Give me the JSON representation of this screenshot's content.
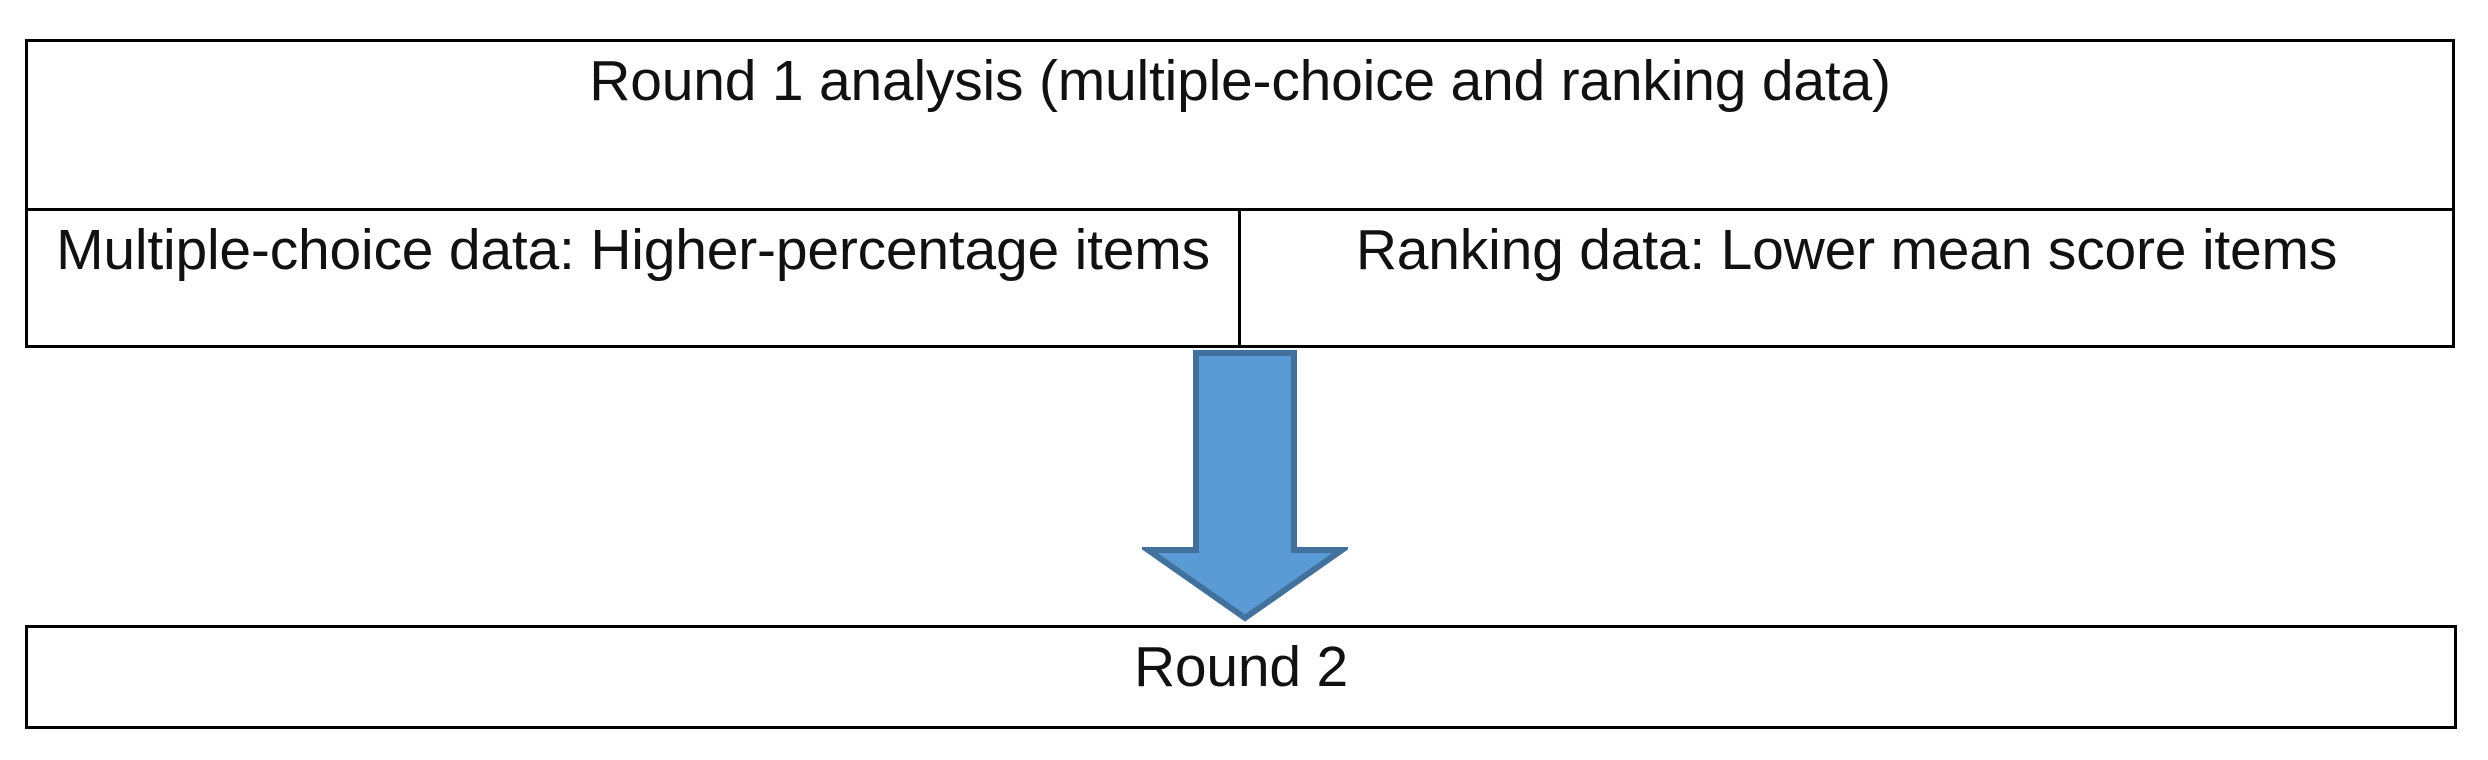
{
  "diagram": {
    "title": "Round 1 analysis flow to Round 2",
    "colors": {
      "arrow_fill": "#5B9BD5",
      "arrow_stroke": "#41719C",
      "border": "#000000",
      "background": "#FFFFFF",
      "text": "#111111"
    },
    "stage_one": {
      "header": "Round 1 analysis (multiple-choice and ranking data)",
      "branches": [
        {
          "label": "Multiple-choice data: Higher-percentage items"
        },
        {
          "label": "Ranking data: Lower mean score items"
        }
      ]
    },
    "connector": {
      "icon": "down-arrow-icon",
      "direction": "down"
    },
    "stage_two": {
      "label": "Round 2"
    }
  }
}
